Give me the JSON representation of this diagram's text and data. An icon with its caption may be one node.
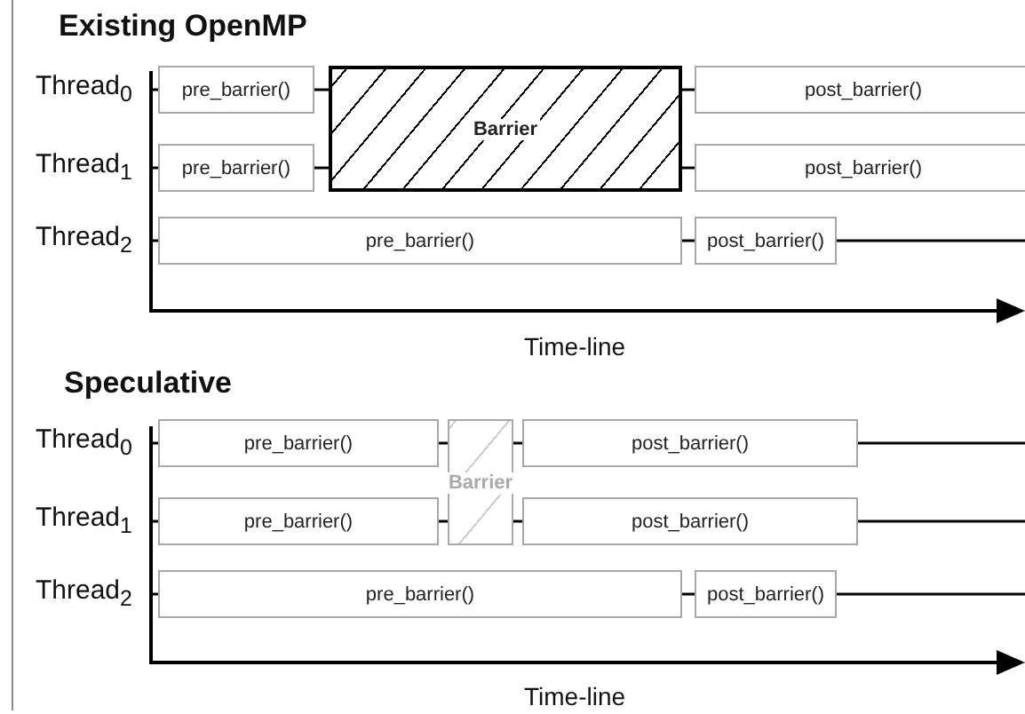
{
  "diagram": {
    "nodes": [
      {
        "text": [
          "pre_barrier()"
        ]
      },
      {
        "text": [
          "Barrier"
        ]
      },
      {
        "text": [
          "post_barrier()"
        ]
      },
      {
        "text": [
          "pre_barrier()"
        ]
      },
      {
        "text": [
          "post_barrier()"
        ]
      },
      {
        "text": [
          "pre_barrier()"
        ]
      },
      {
        "text": [
          "post_barrier()"
        ]
      },
      {
        "text": [
          "pre_barrier()"
        ]
      },
      {
        "text": [
          "Barrier"
        ]
      },
      {
        "text": [
          "post_barrier()"
        ]
      },
      {
        "text": [
          "pre_barrier()"
        ]
      },
      {
        "text": [
          "post_barrier()"
        ]
      },
      {
        "text": [
          "pre_barrier()"
        ]
      },
      {
        "text": [
          "post_barrier()"
        ]
      }
    ],
    "edges": [
      {
        "from": 0,
        "to": 1,
        "arrow": "none"
      },
      {
        "from": 1,
        "to": 2,
        "arrow": "none"
      },
      {
        "from": 3,
        "to": 1,
        "arrow": "none"
      },
      {
        "from": 1,
        "to": 4,
        "arrow": "none"
      },
      {
        "from": 5,
        "to": 6,
        "arrow": "none"
      },
      {
        "from": 7,
        "to": 8,
        "arrow": "none"
      },
      {
        "from": 8,
        "to": 9,
        "arrow": "none"
      },
      {
        "from": 10,
        "to": 8,
        "arrow": "none"
      },
      {
        "from": 8,
        "to": 11,
        "arrow": "none"
      },
      {
        "from": 12,
        "to": 13,
        "arrow": "none"
      }
    ],
    "labels": [
      "Existing OpenMP",
      "Thread$_{0}$",
      "Thread$_{1}$",
      "Thread$_{2}$",
      "Time-line",
      "Speculative",
      "Thread$_{0}$",
      "Thread$_{1}$",
      "Thread$_{2}$",
      "Time-line"
    ]
  }
}
